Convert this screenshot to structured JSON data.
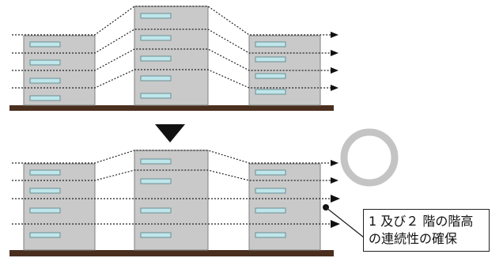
{
  "diagram": {
    "colors": {
      "building_fill": "#c9c9c9",
      "building_stroke": "#808080",
      "window_fill": "#bfe6ea",
      "window_stroke": "#6a8f94",
      "ground": "#4a2f1f",
      "line": "#222222",
      "circle": "#c4c4c4"
    },
    "top_label": "",
    "callout": {
      "line1": "1 及び２ 階の階高",
      "line2": "の連続性の確保"
    },
    "result_symbol": "circle-mark"
  }
}
